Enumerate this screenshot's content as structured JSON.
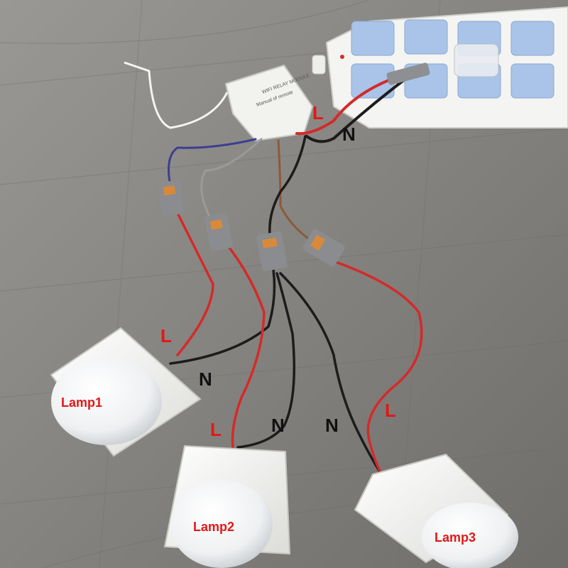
{
  "labels": {
    "lamp1": "Lamp1",
    "lamp2": "Lamp2",
    "lamp3": "Lamp3",
    "strip_L": "L",
    "strip_N": "N",
    "lamp1_L": "L",
    "lamp1_N": "N",
    "lamp2_L": "L",
    "lamp2_N": "N",
    "lamp3_N": "N",
    "lamp3_L": "L"
  },
  "module_label": {
    "line1": "WIFI RELAY MODULE",
    "line2": "Manual of remote"
  },
  "colors": {
    "live_wire": "#d42a2a",
    "neutral_wire": "#1c1c1c",
    "label_red": "#e01818",
    "label_black": "#111111",
    "brown_wire": "#8b5a3a",
    "blue_wire": "#3d3f8f",
    "grey_wire": "#9a9a98"
  }
}
